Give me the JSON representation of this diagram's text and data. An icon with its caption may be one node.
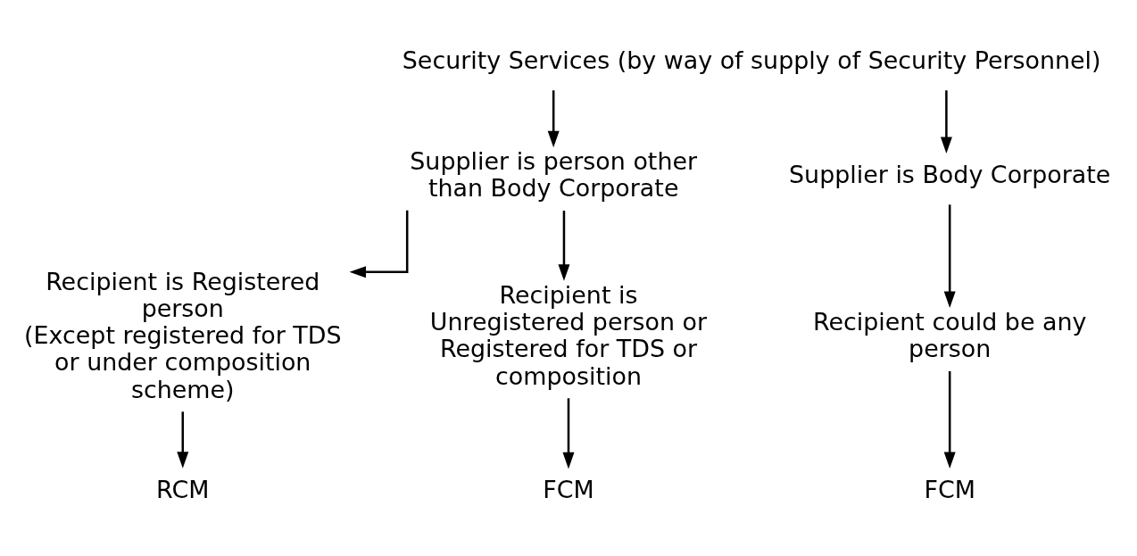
{
  "diagram": {
    "nodes": [
      {
        "text": [
          "Security Services (by way of supply of Security Personnel)"
        ]
      },
      {
        "text": [
          "Supplier is person other than Body Corporate"
        ]
      },
      {
        "text": [
          "Supplier is Body Corporate"
        ]
      },
      {
        "text": [
          "Recipient is Registered person",
          "(Except registered for TDS or under composition scheme)"
        ]
      },
      {
        "text": [
          "Recipient is",
          "Unregistered person or",
          "Registered for TDS or",
          "composition"
        ]
      },
      {
        "text": [
          "Recipient could be any person"
        ]
      },
      {
        "text": [
          "RCM"
        ]
      },
      {
        "text": [
          "FCM"
        ]
      },
      {
        "text": [
          "FCM"
        ]
      }
    ],
    "edges": [
      {
        "from": 0,
        "to": 1,
        "arrow": "to"
      },
      {
        "from": 0,
        "to": 2,
        "arrow": "to"
      },
      {
        "from": 1,
        "to": 3,
        "arrow": "to"
      },
      {
        "from": 1,
        "to": 4,
        "arrow": "to"
      },
      {
        "from": 2,
        "to": 5,
        "arrow": "to"
      },
      {
        "from": 3,
        "to": 6,
        "arrow": "to"
      },
      {
        "from": 4,
        "to": 7,
        "arrow": "to"
      },
      {
        "from": 5,
        "to": 8,
        "arrow": "to"
      }
    ]
  }
}
